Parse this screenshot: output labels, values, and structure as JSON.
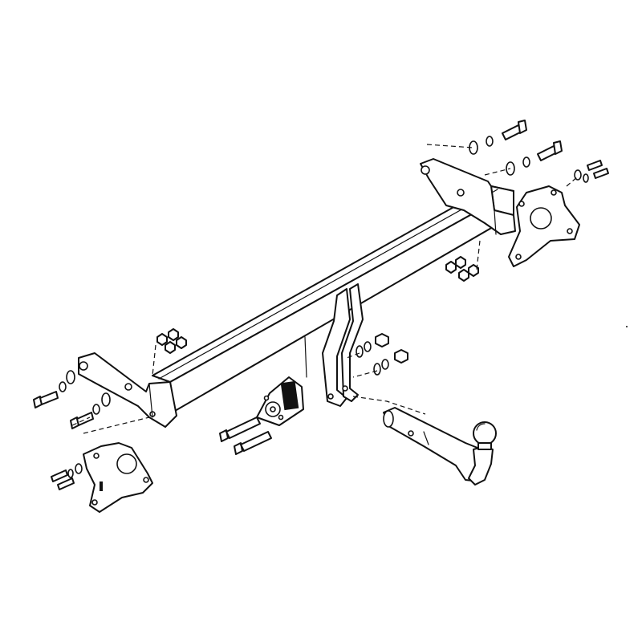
{
  "diagram": {
    "parts": [
      "crossbar",
      "left-side-bracket",
      "right-side-bracket",
      "left-mounting-plate",
      "right-mounting-plate",
      "center-hanger-plates",
      "electrical-socket-plate",
      "tow-ball-neck",
      "tow-ball",
      "bolts",
      "nuts",
      "washers"
    ],
    "colors": {
      "line": "#111111",
      "background": "#ffffff"
    }
  }
}
